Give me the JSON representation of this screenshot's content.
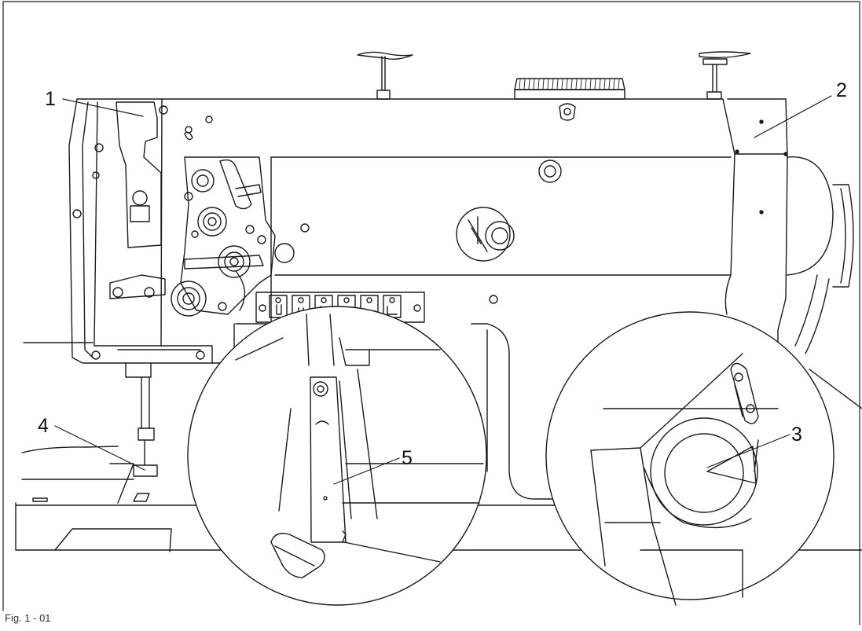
{
  "callouts": {
    "c1": "1",
    "c2": "2",
    "c3": "3",
    "c4": "4",
    "c5": "5"
  },
  "caption": "Fig. 1 - 01",
  "colors": {
    "line": "#1a1a1a",
    "background": "#ffffff"
  }
}
